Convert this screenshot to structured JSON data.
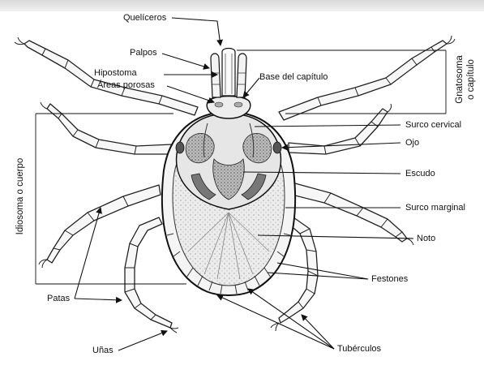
{
  "labels": {
    "queliceros": "Quelíceros",
    "palpos": "Palpos",
    "hipostoma": "Hipostoma",
    "areas_porosas": "Áreas porosas",
    "base_capitulo": "Base del capítulo",
    "surco_cervical": "Surco cervical",
    "ojo": "Ojo",
    "escudo": "Escudo",
    "surco_marginal": "Surco marginal",
    "noto": "Noto",
    "festones": "Festones",
    "patas": "Patas",
    "unas": "Uñas",
    "tuberculos": "Tubérculos",
    "idiosoma": "Idiosoma o cuerpo",
    "gnatosoma": "Gnatosoma",
    "o_capitulo": "o capítulo"
  }
}
